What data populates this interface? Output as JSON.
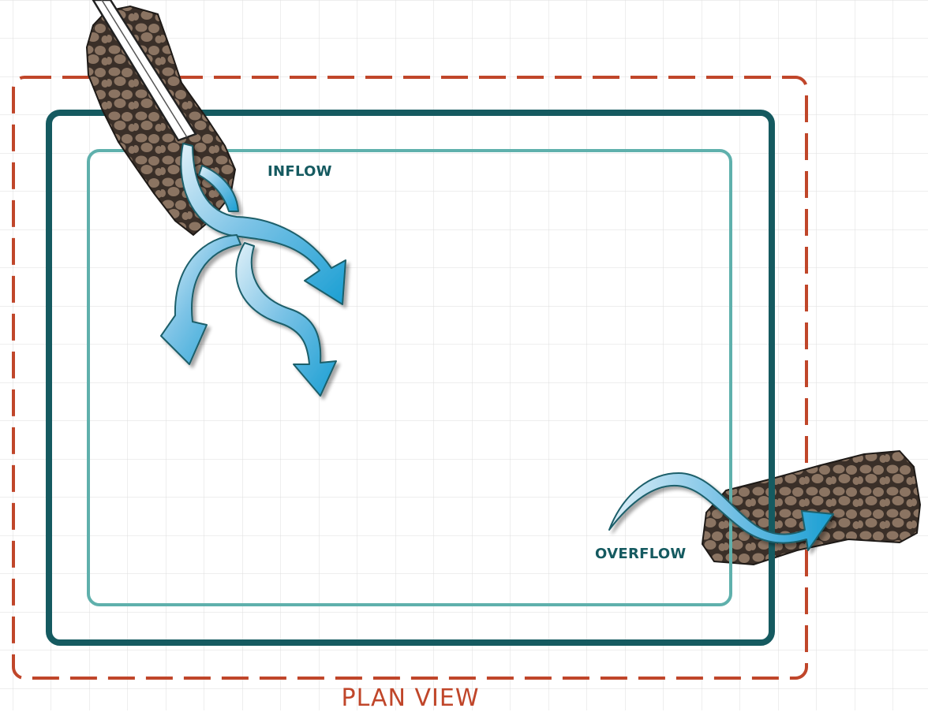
{
  "labels": {
    "inflow": "INFLOW",
    "overflow": "OVERFLOW",
    "view_title": "PLAN VIEW"
  },
  "colors": {
    "grid_line": "#dddddd",
    "outer_dashed_boundary": "#c0462a",
    "basin_outline": "#155a60",
    "inner_outline": "#5fb0ac",
    "label_text": "#155a60",
    "title_text": "#c0462a",
    "arrow_fill_light": "#cfe6f3",
    "arrow_fill_dark": "#1fa4d6",
    "arrow_stroke": "#1d5f6b",
    "riprap_stone": "#8b7462",
    "riprap_grout": "#3a2f28",
    "pipe": "#ffffff"
  },
  "icons": {
    "inflow_arrows": "curved-arrow-icon",
    "overflow_arrow": "curved-arrow-icon",
    "riprap": "riprap-stone-icon",
    "pipe": "inflow-pipe-icon"
  }
}
